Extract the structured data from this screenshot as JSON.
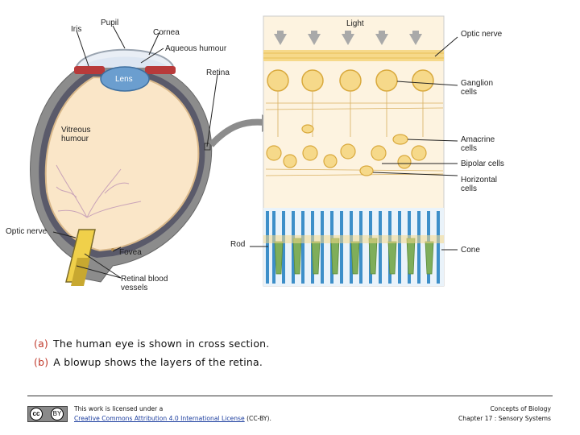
{
  "labels": {
    "iris": "Iris",
    "pupil": "Pupil",
    "cornea": "Cornea",
    "aqueous_humour": "Aqueous humour",
    "lens": "Lens",
    "retina": "Retina",
    "vitreous_humour": "Vitreous humour",
    "optic_nerve_left": "Optic nerve",
    "fovea": "Fovea",
    "retinal_blood_vessels": "Retinal blood vessels",
    "light": "Light",
    "optic_nerve_right": "Optic nerve",
    "ganglion_cells": "Ganglion cells",
    "amacrine_cells": "Amacrine cells",
    "bipolar_cells": "Bipolar cells",
    "horizontal_cells": "Horizontal cells",
    "rod": "Rod",
    "cone": "Cone"
  },
  "captions": [
    {
      "tag": "(a)",
      "text": "The human eye is shown in cross section."
    },
    {
      "tag": "(b)",
      "text": "A blowup shows the layers of the retina."
    }
  ],
  "footer": {
    "license_prefix": "This work is licensed under a",
    "license_link": "Creative Commons Attribution 4.0 International License",
    "license_suffix": " (CC-BY).",
    "course": "Concepts of Biology",
    "chapter": "Chapter 17 : Sensory Systems",
    "cc_badge": "cc",
    "by_badge": "BY"
  },
  "colors": {
    "caption_tag": "#c0392b",
    "cell_fill": "#f6d98a",
    "rod_color": "#3d8fc9",
    "cone_color": "#7fae5a",
    "eye_fill": "#fae6c8"
  }
}
